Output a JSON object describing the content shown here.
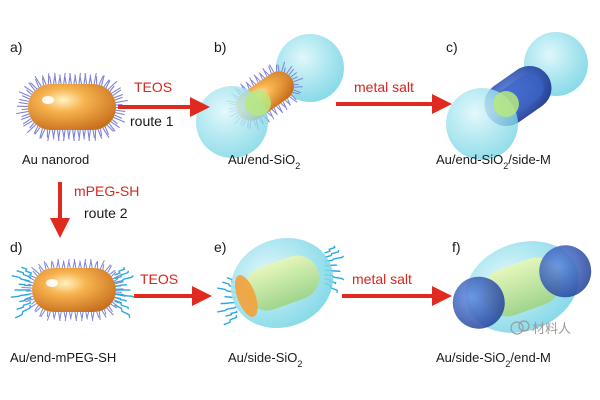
{
  "colors": {
    "gold": "#f3a13a",
    "gold_dark": "#c9701f",
    "silica": "#8fe0ec",
    "metal": "#2f56b8",
    "peg": "#7d82d6",
    "peg_blue": "#2aa8e0",
    "arrow": "#e02a1f",
    "reagent_text": "#d7261e"
  },
  "panels": [
    {
      "letter": "a)",
      "caption": "Au nanorod"
    },
    {
      "letter": "b)",
      "caption": "Au/end-SiO",
      "caption_sub": "2"
    },
    {
      "letter": "c)",
      "caption": "Au/end-SiO",
      "caption_sub": "2",
      "caption_tail": "/side-M"
    },
    {
      "letter": "d)",
      "caption": "Au/end-mPEG-SH"
    },
    {
      "letter": "e)",
      "caption": "Au/side-SiO",
      "caption_sub": "2"
    },
    {
      "letter": "f)",
      "caption": "Au/side-SiO",
      "caption_sub": "2",
      "caption_tail": "/end-M"
    }
  ],
  "arrows": {
    "a_to_b": {
      "reagent": "TEOS",
      "route": "route 1"
    },
    "b_to_c": {
      "reagent": "metal salt"
    },
    "a_to_d": {
      "reagent": "mPEG-SH",
      "route": "route 2"
    },
    "d_to_e": {
      "reagent": "TEOS"
    },
    "e_to_f": {
      "reagent": "metal salt"
    }
  },
  "watermark": {
    "text": "材料人"
  }
}
